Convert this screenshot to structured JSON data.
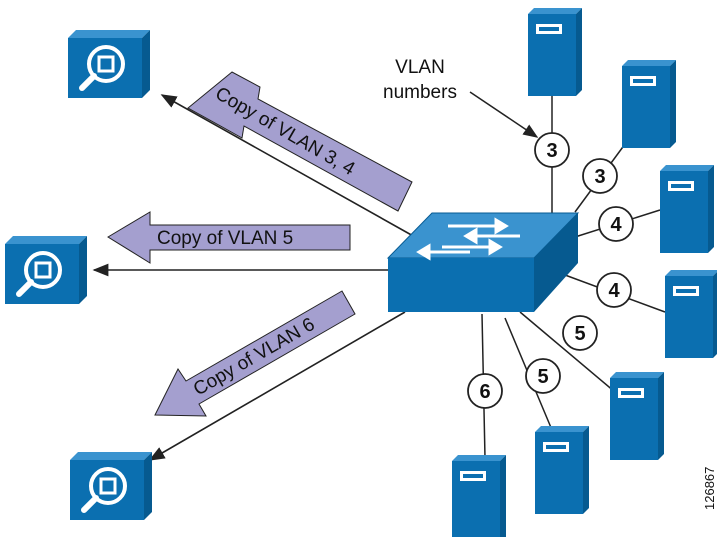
{
  "diagram": {
    "annotation": {
      "line1": "VLAN",
      "line2": "numbers"
    },
    "copy_labels": {
      "vlan34": "Copy of VLAN 3, 4",
      "vlan5": "Copy of VLAN 5",
      "vlan6": "Copy of VLAN 6"
    },
    "vlan_tags": [
      "3",
      "3",
      "4",
      "4",
      "5",
      "5",
      "6"
    ],
    "figure_id": "126867",
    "colors": {
      "device_blue": "#0b6fb0",
      "device_dark": "#075b93",
      "arrow_fill": "#a49fcf",
      "line": "#222222"
    }
  }
}
